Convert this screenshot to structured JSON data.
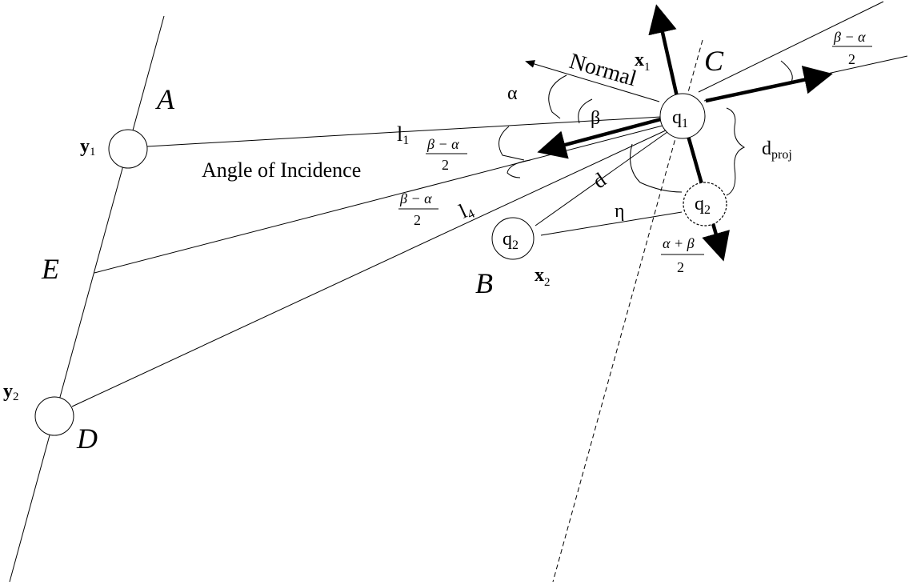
{
  "labels": {
    "A": "A",
    "B": "B",
    "C": "C",
    "D": "D",
    "E": "E",
    "y1": "y",
    "y1_sub": "1",
    "y2": "y",
    "y2_sub": "2",
    "x1": "x",
    "x1_sub": "1",
    "x2": "x",
    "x2_sub": "2",
    "q1": "q",
    "q1_sub": "1",
    "q2": "q",
    "q2_sub": "2",
    "q2_proj": "q",
    "q2_proj_sub": "2",
    "normal": "Normal",
    "alpha": "α",
    "beta": "β",
    "eta": "η",
    "d": "d",
    "l1": "l",
    "l1_sub": "1",
    "l4": "l",
    "l4_sub": "4",
    "dproj": "d",
    "dproj_sub": "proj",
    "angle_of_incidence": "Angle of Incidence",
    "frac_beta_minus_alpha_num": "β − α",
    "frac_beta_minus_alpha_den": "2",
    "frac_alpha_plus_beta_num": "α + β",
    "frac_alpha_plus_beta_den": "2"
  }
}
